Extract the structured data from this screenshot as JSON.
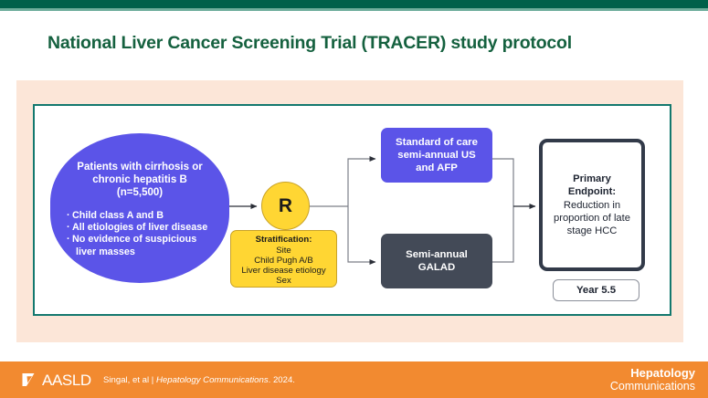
{
  "slide": {
    "title": "National Liver Cancer Screening Trial (TRACER) study protocol",
    "accent_green": "#15613f",
    "frame_teal": "#13786e",
    "panel_peach": "#fce6d8"
  },
  "diagram": {
    "population": {
      "heading_lines": [
        "Patients with cirrhosis or",
        "chronic hepatitis B",
        "(n=5,500)"
      ],
      "criteria": [
        "Child class A and B",
        "All etiologies of liver disease",
        "No evidence of  suspicious",
        "liver masses"
      ],
      "color": "#5b54e8"
    },
    "randomization": {
      "label": "R",
      "color": "#ffd633"
    },
    "stratification": {
      "title": "Stratification:",
      "items": [
        "Site",
        "Child Pugh A/B",
        "Liver disease etiology",
        "Sex"
      ],
      "color": "#ffd633"
    },
    "arm_standard_of_care": {
      "lines": [
        "Standard of care",
        "semi-annual US",
        "and AFP"
      ],
      "color": "#5b54e8"
    },
    "arm_galad": {
      "lines": [
        "Semi-annual",
        "GALAD"
      ],
      "color": "#434a57"
    },
    "endpoint": {
      "title": "Primary Endpoint:",
      "body_lines": [
        "Reduction in",
        "proportion of late",
        "stage HCC"
      ],
      "border_color": "#323a49"
    },
    "timepoint": {
      "label": "Year 5.5"
    }
  },
  "footer": {
    "logo_word": "AASLD",
    "citation_author": "Singal, et al  |  ",
    "citation_journal": "Hepatology Communications",
    "citation_year": ". 2024.",
    "journal_line1": "Hepatology",
    "journal_line2": "Communications",
    "bar_color": "#f28a30"
  }
}
